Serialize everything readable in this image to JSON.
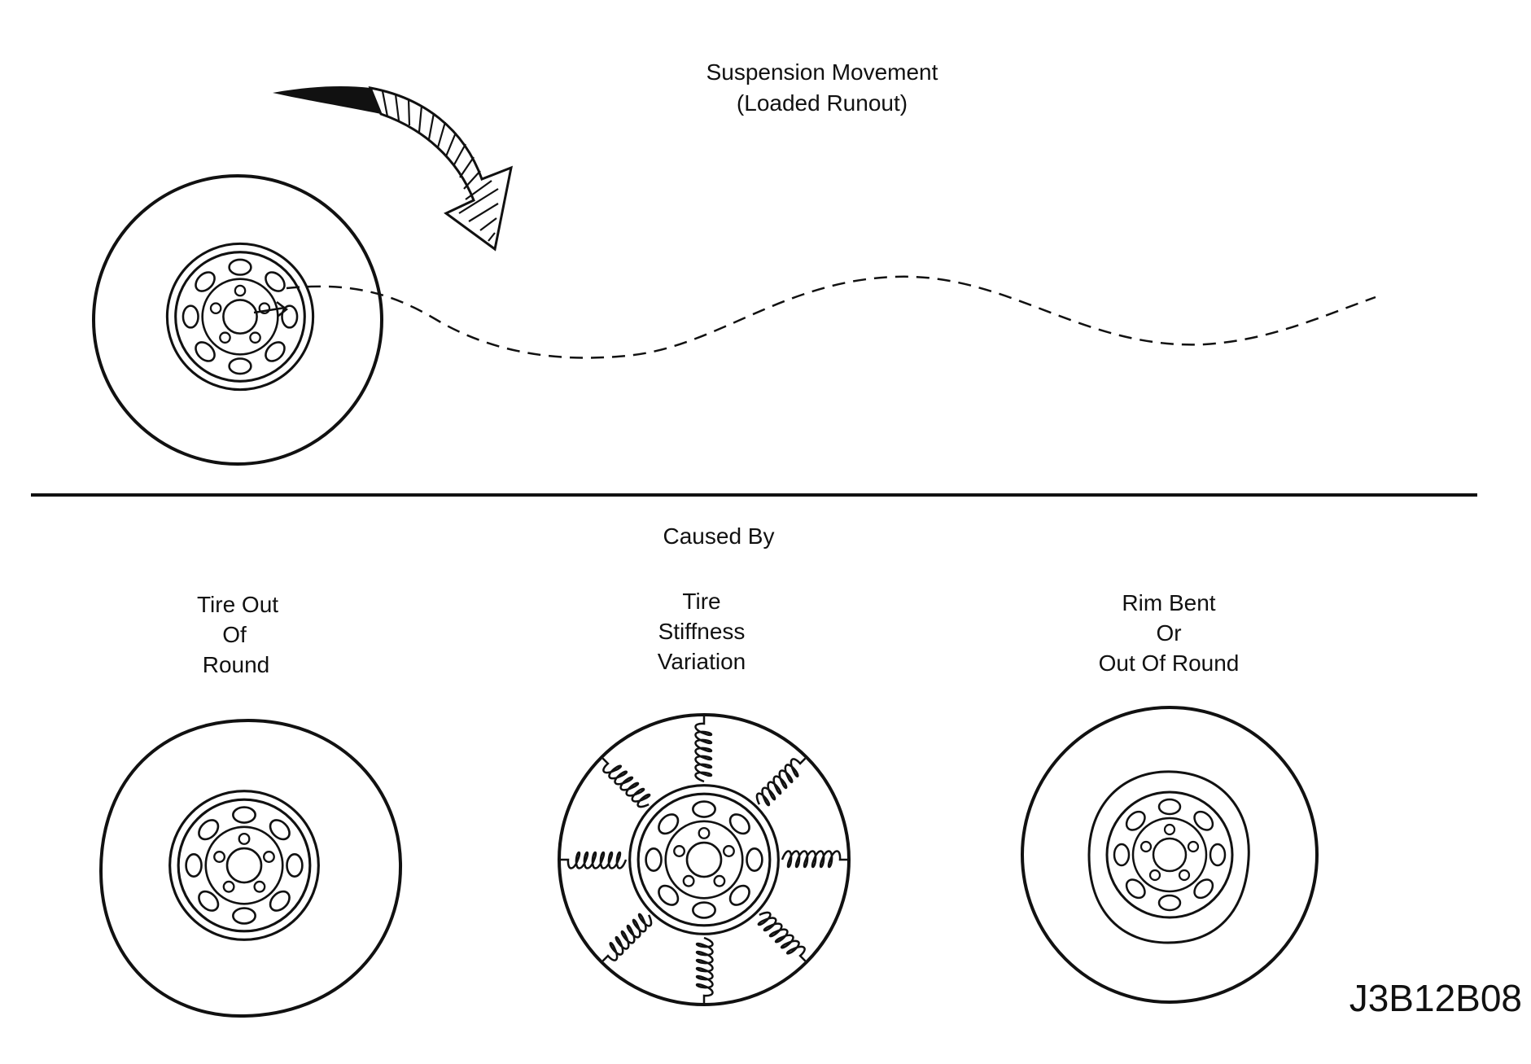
{
  "top_caption": {
    "line1": "Suspension Movement",
    "line2": "(Loaded Runout)"
  },
  "section_heading": "Caused By",
  "causes": [
    {
      "lines": [
        "Tire Out",
        "Of",
        "Round"
      ]
    },
    {
      "lines": [
        "Tire",
        "Stiffness",
        "Variation"
      ]
    },
    {
      "lines": [
        "Rim Bent",
        "Or",
        "Out Of Round"
      ]
    }
  ],
  "figure_code": "J3B12B08",
  "colors": {
    "ink": "#111111",
    "paper": "#ffffff"
  }
}
